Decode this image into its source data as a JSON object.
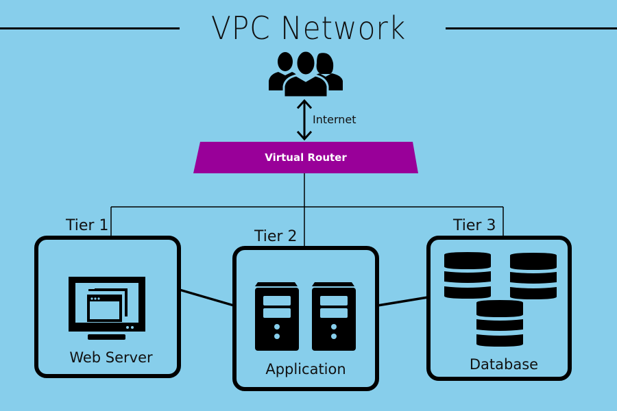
{
  "title": "VPC Network",
  "users": {
    "icon": "users-group-icon"
  },
  "link": {
    "label": "Internet",
    "icon": "bidirectional-arrow-icon"
  },
  "router": {
    "label": "Virtual Router",
    "color": "#990099"
  },
  "tiers": [
    {
      "tier_label": "Tier 1",
      "name": "Web Server",
      "icon": "monitor-windows-icon"
    },
    {
      "tier_label": "Tier 2",
      "name": "Application",
      "icon": "server-towers-icon"
    },
    {
      "tier_label": "Tier 3",
      "name": "Database",
      "icon": "database-stack-icon"
    }
  ],
  "colors": {
    "background": "#87ceeb",
    "router": "#990099",
    "stroke": "#000000"
  }
}
